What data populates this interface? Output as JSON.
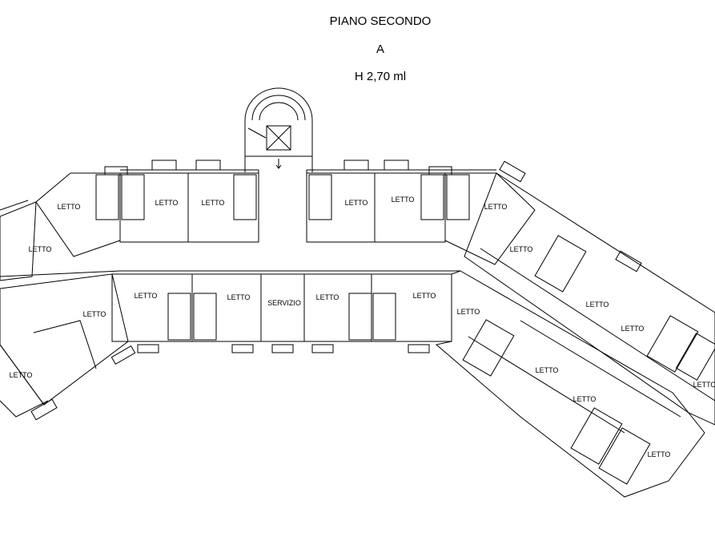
{
  "header": {
    "floor": "PIANO SECONDO",
    "block": "A",
    "height": "H 2,70 ml"
  },
  "rooms": {
    "r1": "LETTO",
    "r2": "LETTO",
    "r3": "LETTO",
    "r4": "LETTO",
    "r5": "LETTO",
    "r6": "LETTO",
    "r7": "LETTO",
    "r8": "LETTO",
    "r9": "LETTO",
    "r10": "LETTO",
    "r11": "LETTO",
    "r12": "SERVIZIO",
    "r13": "LETTO",
    "r14": "LETTO",
    "r15": "LETTO",
    "r16": "LETTO",
    "r17": "LETTO",
    "r18": "LETTO",
    "r19": "LETTO",
    "r20": "LETTO",
    "r21": "LETTO",
    "r22": "LETTO"
  }
}
